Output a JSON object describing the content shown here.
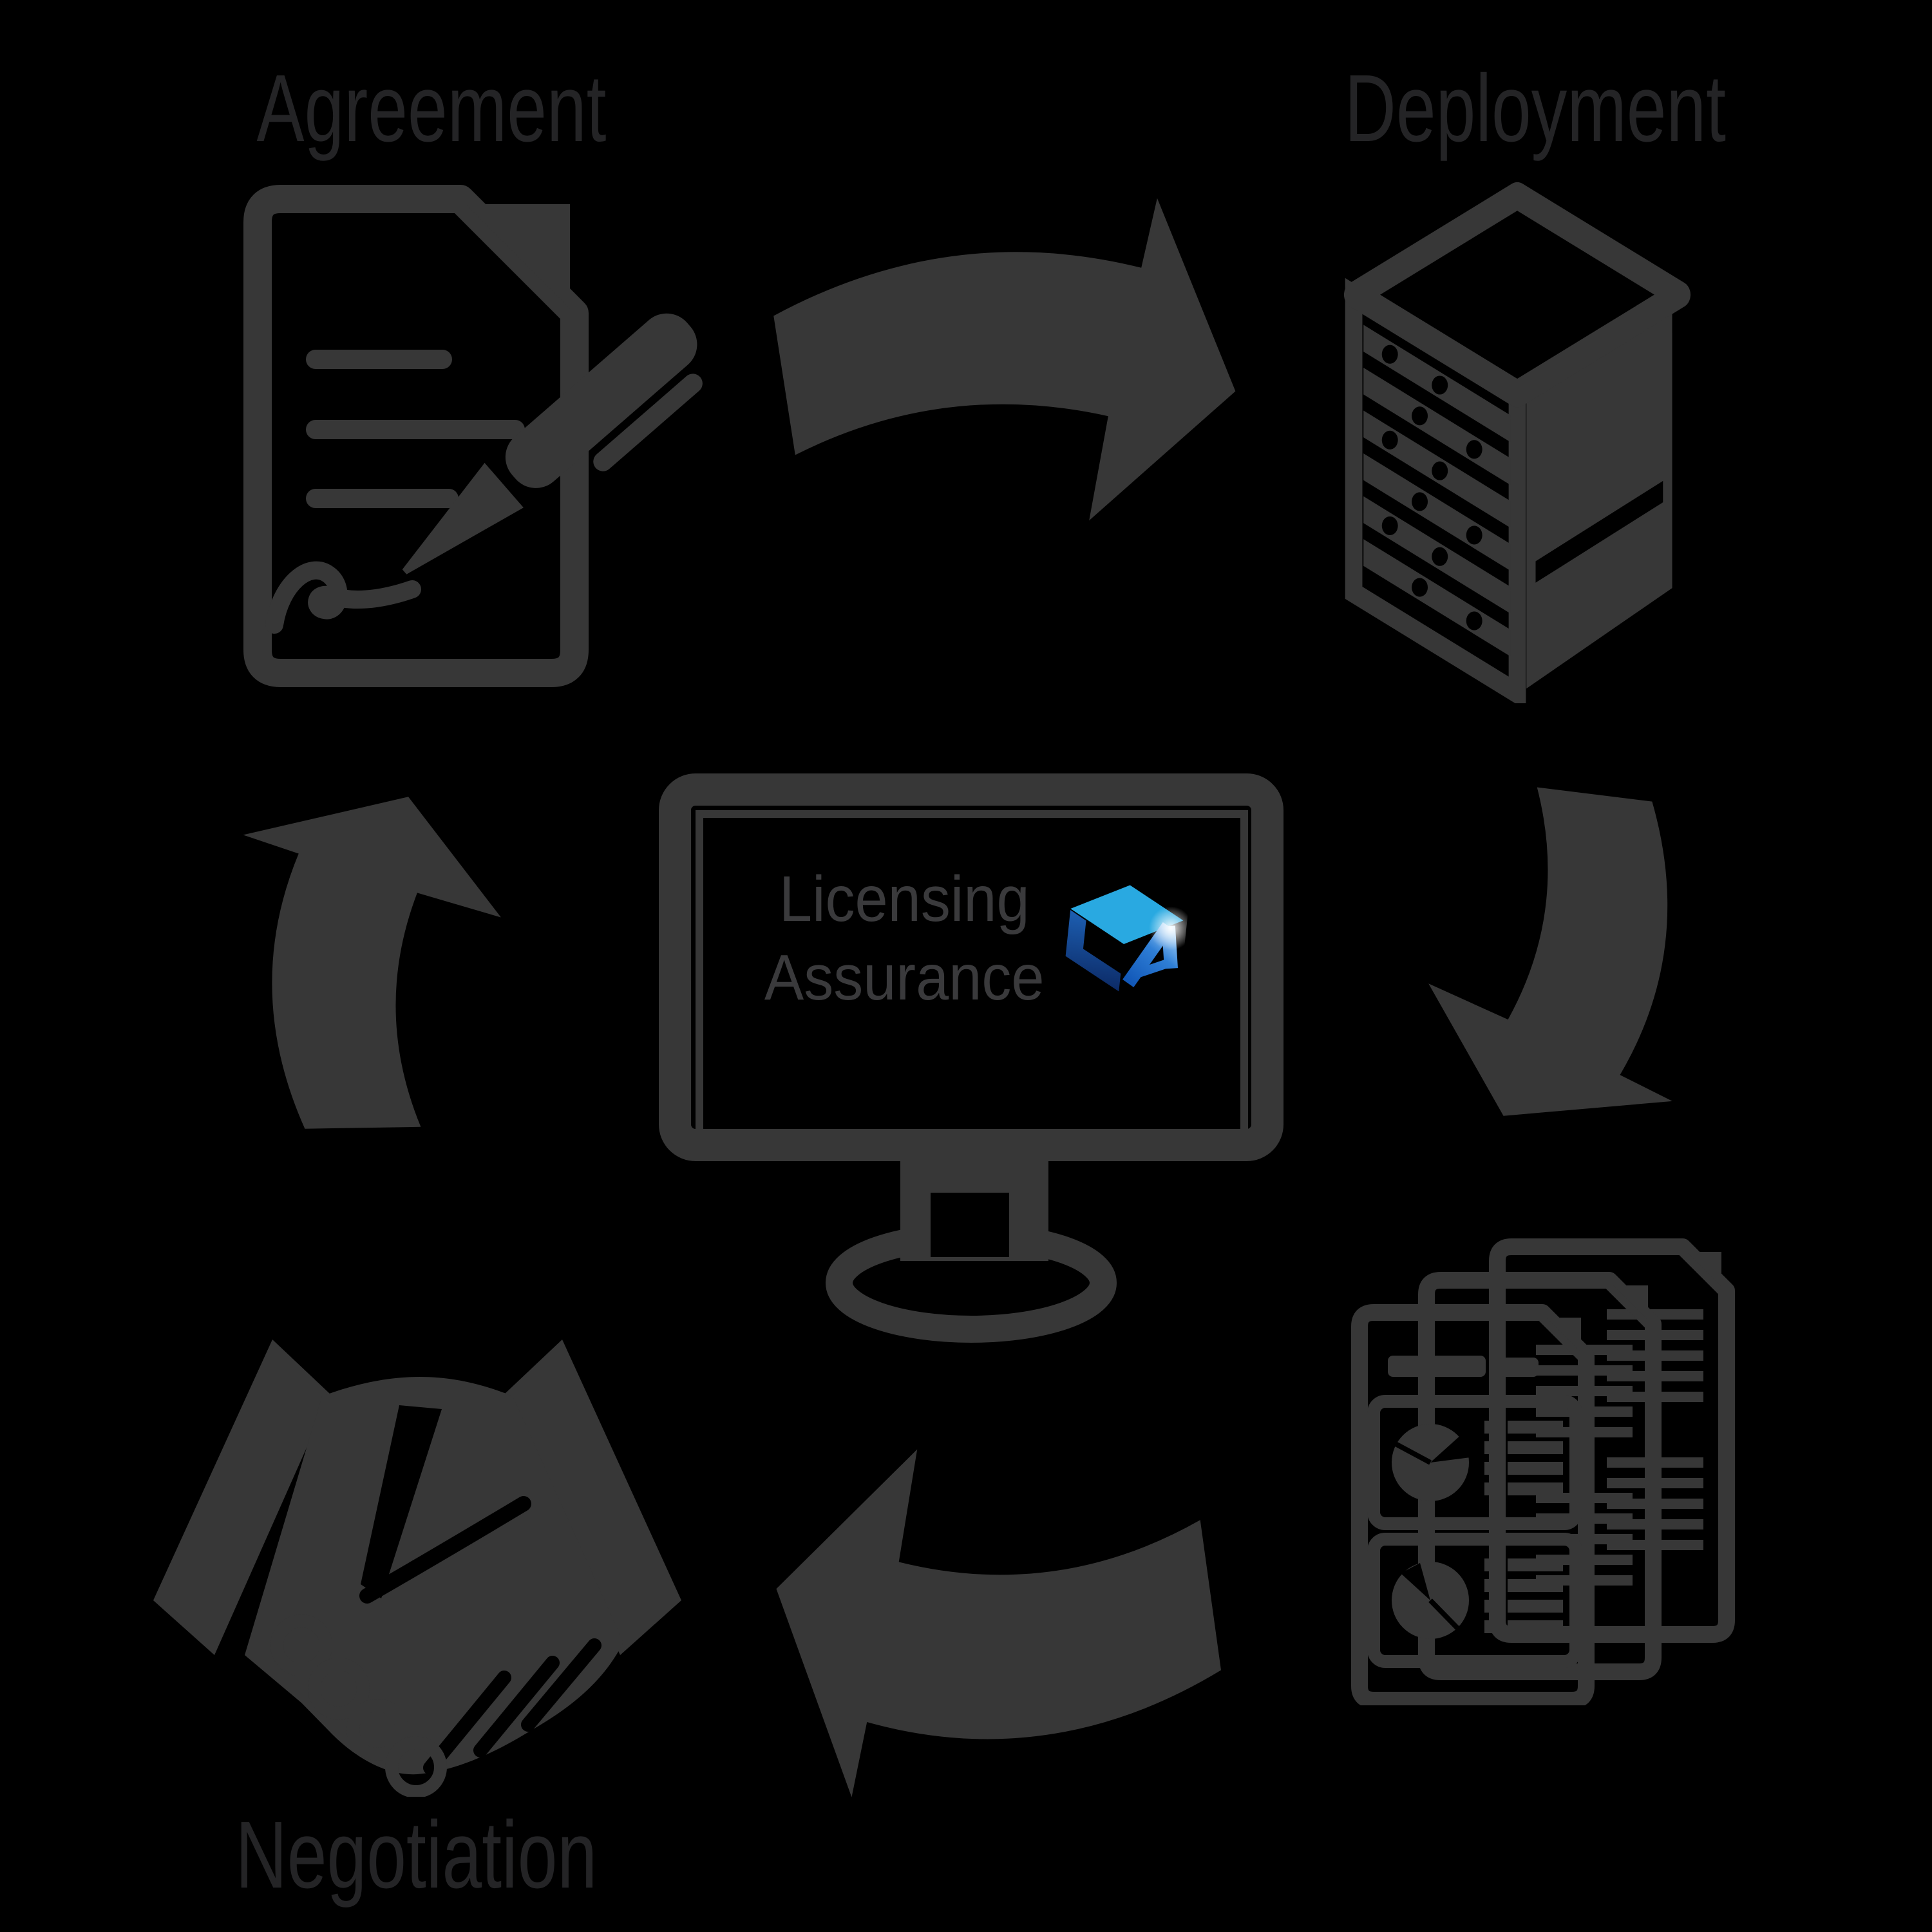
{
  "title": "Licensing Assurance lifecycle diagram",
  "background": "#000000",
  "palette": {
    "icon_gray": "#373737",
    "label_gray": "#242426",
    "screen_text_gray": "#3a3a3c",
    "logo_top_cyan": "#29a9e1",
    "logo_left_navy_light": "#1d5fb2",
    "logo_left_navy_dark": "#0c2a66",
    "logo_right_blue": "#1258b8",
    "logo_highlight": "#e8f6ff"
  },
  "stages": [
    {
      "id": "agreement",
      "label": "Agreement",
      "icon": "signed-contract-icon",
      "position": "top-left"
    },
    {
      "id": "deployment",
      "label": "Deployment",
      "icon": "server-icon",
      "position": "top-right"
    },
    {
      "id": "reports",
      "label": "",
      "icon": "reports-stack-icon",
      "position": "bottom-right"
    },
    {
      "id": "negotiation",
      "label": "Negotiation",
      "icon": "handshake-icon",
      "position": "bottom-left"
    }
  ],
  "center": {
    "screen_line1": "Licensing",
    "screen_line2": "Assurance",
    "logo_letters": "LA"
  },
  "arrows": [
    {
      "id": "top",
      "from": "agreement",
      "to": "deployment",
      "direction": "right"
    },
    {
      "id": "right",
      "from": "deployment",
      "to": "reports",
      "direction": "down"
    },
    {
      "id": "bottom",
      "from": "reports",
      "to": "negotiation",
      "direction": "left"
    },
    {
      "id": "left",
      "from": "negotiation",
      "to": "agreement",
      "direction": "up"
    }
  ]
}
